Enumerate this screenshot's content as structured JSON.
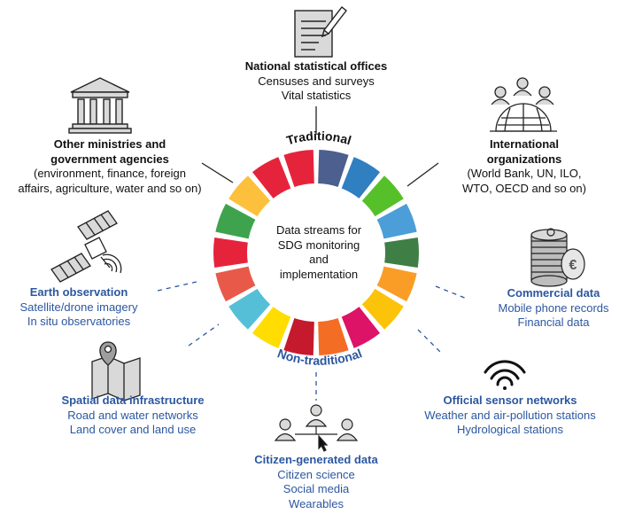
{
  "colors": {
    "traditional_text": "#111111",
    "non_traditional_text": "#2b57a0",
    "connector": "#222222",
    "dashed_connector": "#2b57a0",
    "icon_stroke": "#222222",
    "icon_fill": "#d9d9d9"
  },
  "ring": {
    "center_text": "Data streams for SDG monitoring and implementation",
    "upper_arc_label": "Traditional",
    "lower_arc_label": "Non-traditional",
    "segment_colors": [
      "#e5243b",
      "#4c5f8f",
      "#2f7fc1",
      "#56c02b",
      "#4c9ed9",
      "#3f7e44",
      "#f99d26",
      "#fcc30b",
      "#dd1367",
      "#f36d25",
      "#c5192d",
      "#ffdd00",
      "#56bfd8",
      "#e8594a",
      "#e5243b",
      "#3fa34d",
      "#fdc03c",
      "#e5243b"
    ]
  },
  "traditional": [
    {
      "id": "nso",
      "title": "National statistical offices",
      "lines": [
        "Censuses and surveys",
        "Vital statistics"
      ],
      "icon": "document-pen-icon"
    },
    {
      "id": "ministries",
      "title": "Other ministries and government agencies",
      "lines": [
        "(environment, finance, foreign",
        "affairs, agriculture, water and so on)"
      ],
      "icon": "government-building-icon"
    },
    {
      "id": "intl",
      "title": "International organizations",
      "lines": [
        "(World Bank, UN, ILO,",
        "WTO, OECD and so on)"
      ],
      "icon": "globe-people-icon"
    }
  ],
  "non_traditional": [
    {
      "id": "earth",
      "title": "Earth observation",
      "lines": [
        "Satellite/drone imagery",
        "In situ observatories"
      ],
      "icon": "satellite-icon"
    },
    {
      "id": "commercial",
      "title": "Commercial data",
      "lines": [
        "Mobile phone records",
        "Financial data"
      ],
      "icon": "coin-stack-euro-icon"
    },
    {
      "id": "spatial",
      "title": "Spatial data infrastructure",
      "lines": [
        "Road and water networks",
        "Land cover and land use"
      ],
      "icon": "map-pin-icon"
    },
    {
      "id": "sensor",
      "title": "Official sensor networks",
      "lines": [
        "Weather and air-pollution stations",
        "Hydrological stations"
      ],
      "icon": "wifi-signal-icon"
    },
    {
      "id": "citizen",
      "title": "Citizen-generated data",
      "lines": [
        "Citizen science",
        "Social media",
        "Wearables"
      ],
      "icon": "people-network-cursor-icon"
    }
  ]
}
